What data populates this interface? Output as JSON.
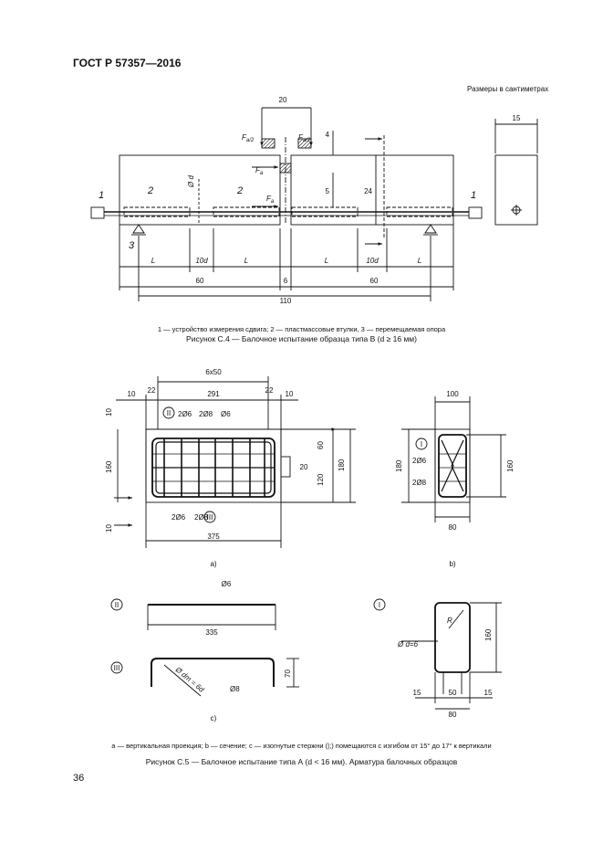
{
  "header": {
    "standard": "ГОСТ Р 57357—2016",
    "units_note": "Размеры в сантиметрах",
    "page_number": "36"
  },
  "figure_c4": {
    "legend": "1 — устройство измерения сдвига; 2 — пластмассовые втулки, 3 — перемещаемая опора",
    "caption": "Рисунок С.4 — Балочное испытание образца типа В (d ≥ 16 мм)",
    "dims": {
      "d20": "20",
      "d15": "15",
      "d4": "4",
      "d5": "5",
      "d24": "24",
      "L": "L",
      "d10d": "10d",
      "d60": "60",
      "d6": "6",
      "d110": "110",
      "phi_d": "Ø d"
    },
    "labels": {
      "Fa2": "F",
      "Fa2_sub": "a/2",
      "F": "F",
      "F_sub": "a",
      "n1": "1",
      "n2": "2",
      "n3": "3"
    }
  },
  "figure_c5": {
    "legend": "а — вертикальная проекция; b — сечение; с — изогнутые стержни (|;) помещаются с изгибом от 15° до 17° к вертикали",
    "caption": "Рисунок С.5 — Балочное испытание типа А  (d < 16 мм). Арматура балочных образцов",
    "a": {
      "d6x50": "6x50",
      "d10": "10",
      "d22": "22",
      "d291": "291",
      "d160": "160",
      "d60": "60",
      "d20": "20",
      "d120": "120",
      "d180": "180",
      "d375": "375",
      "rebar1": "2Ø6",
      "rebar2": "2Ø8",
      "rebar3": "Ø6",
      "roman2": "II",
      "roman3": "III",
      "label": "a)"
    },
    "b": {
      "d100": "100",
      "d180": "180",
      "d160": "160",
      "d80": "80",
      "roman1": "I",
      "rebar1": "2Ø6",
      "rebar2": "2Ø8",
      "label": "b)"
    },
    "c": {
      "phi6": "Ø6",
      "d335": "335",
      "phi8": "Ø8",
      "d70": "70",
      "bend": "Ø dm = 6d",
      "phi_d6": "Ø d=6",
      "R": "R",
      "d160": "160",
      "d15": "15",
      "d50": "50",
      "d80": "80",
      "label": "c)",
      "roman1": "I",
      "roman2": "II",
      "roman3": "III"
    }
  }
}
